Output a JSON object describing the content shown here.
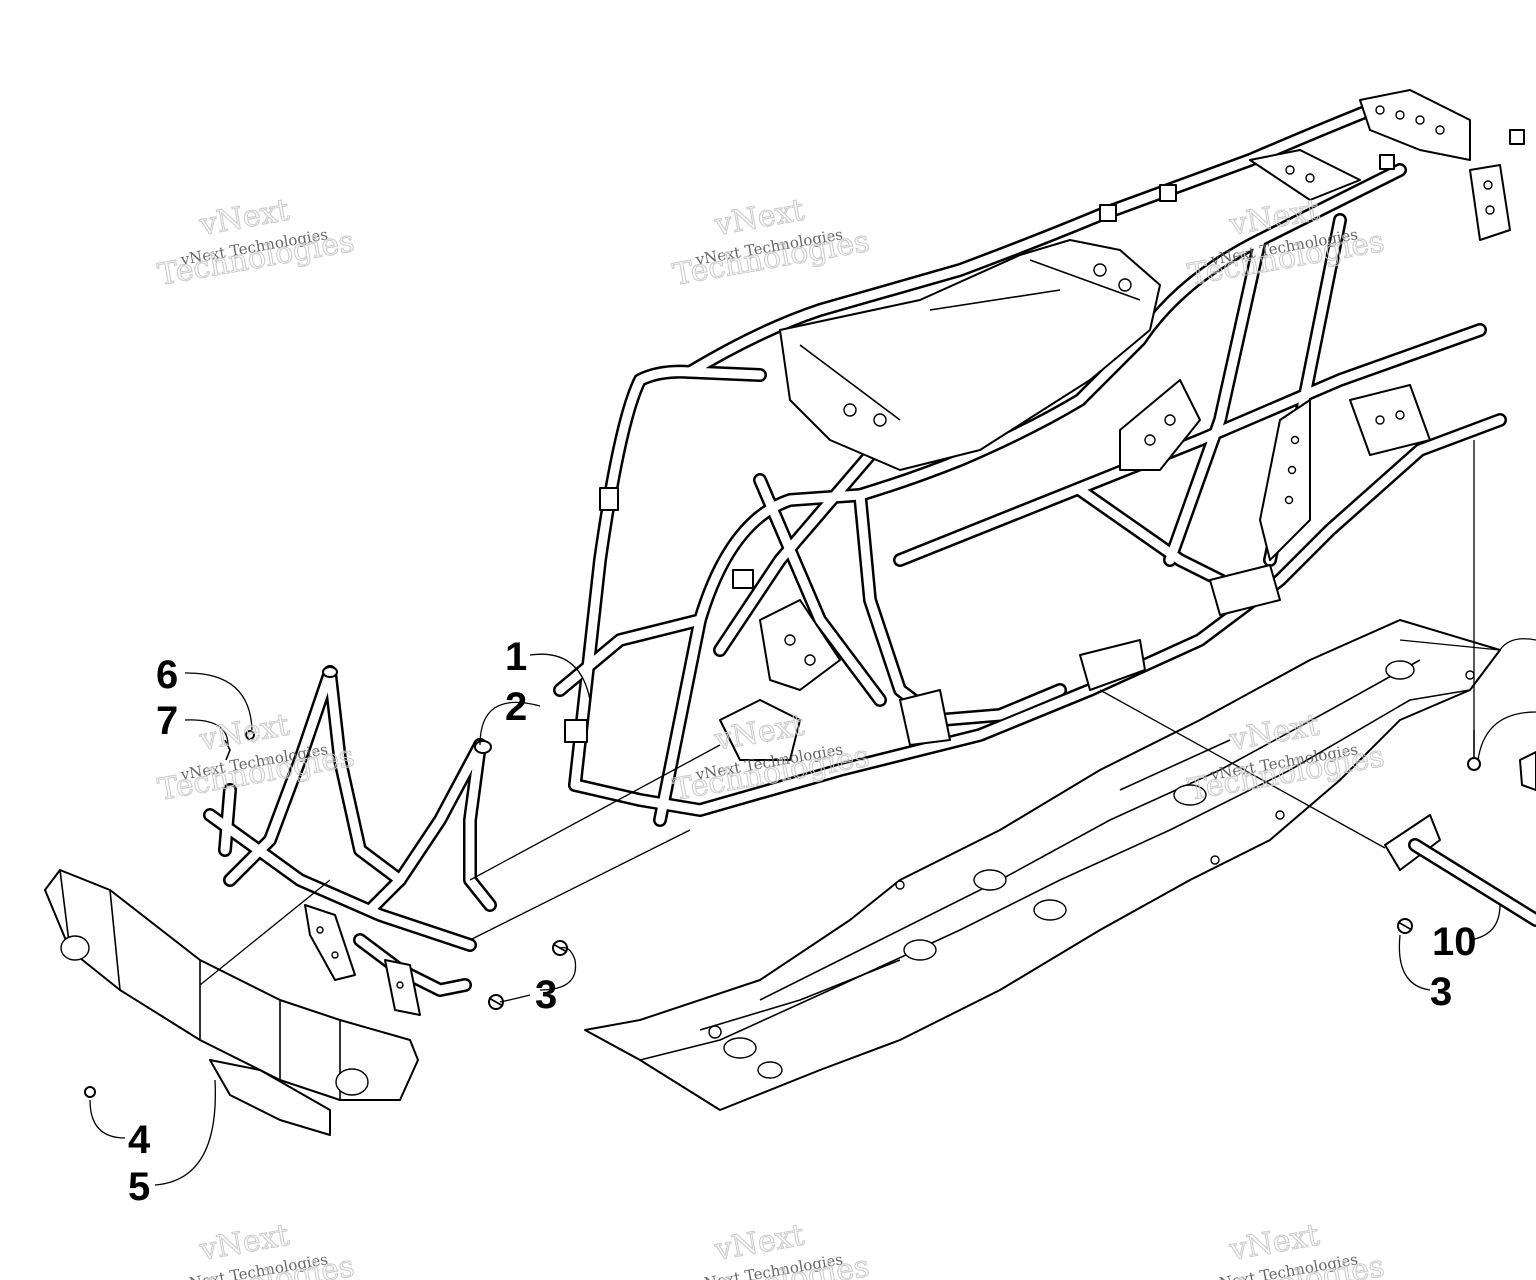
{
  "callouts": {
    "c1": "1",
    "c2": "2",
    "c3a": "3",
    "c3b": "3",
    "c4": "4",
    "c5": "5",
    "c6": "6",
    "c7": "7",
    "c10": "10"
  },
  "watermark": {
    "brand": "vNext",
    "small": "vNext Technologies",
    "big": "Technologies"
  }
}
